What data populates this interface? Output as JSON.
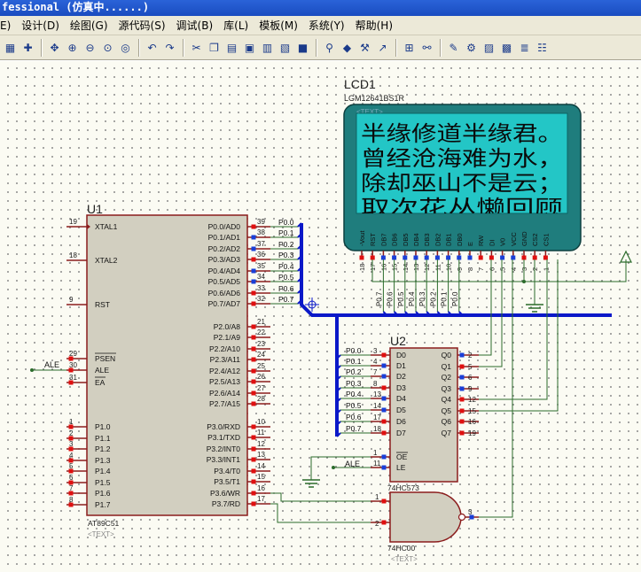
{
  "window": {
    "title": "fessional (仿真中......)"
  },
  "menu": [
    "E)",
    "设计(D)",
    "绘图(G)",
    "源代码(S)",
    "调试(B)",
    "库(L)",
    "模板(M)",
    "系统(Y)",
    "帮助(H)"
  ],
  "toolbar_icons": [
    "grid-icon",
    "origin-icon",
    "pan-icon",
    "zoom-in-icon",
    "zoom-out-icon",
    "zoom-all-icon",
    "zoom-area-icon",
    "undo-icon",
    "redo-icon",
    "cut-icon",
    "copy-icon",
    "paste-icon",
    "block-copy-icon",
    "block-move-icon",
    "block-rotate-icon",
    "block-delete-icon",
    "pick-device-icon",
    "make-device-icon",
    "packaging-tool-icon",
    "decompose-icon",
    "wire-autorouter-icon",
    "search-icon",
    "property-tool-icon",
    "design-explorer-icon",
    "new-sheet-icon",
    "remove-sheet-icon",
    "bom-icon",
    "netlist-icon"
  ],
  "lcd": {
    "ref": "LCD1",
    "part": "LGM12641BS1R",
    "text_tag": "<TEXT>",
    "screen_lines": [
      "半缘修道半缘君。",
      "曾经沧海难为水，",
      "除却巫山不是云；",
      "取次花丛懒回顾"
    ],
    "pins": [
      {
        "name": "-Vout",
        "num": "18"
      },
      {
        "name": "RST",
        "num": "17"
      },
      {
        "name": "DB7",
        "num": "16"
      },
      {
        "name": "DB6",
        "num": "15"
      },
      {
        "name": "DB5",
        "num": "14"
      },
      {
        "name": "DB4",
        "num": "13"
      },
      {
        "name": "DB3",
        "num": "12"
      },
      {
        "name": "DB2",
        "num": "11"
      },
      {
        "name": "DB1",
        "num": "10"
      },
      {
        "name": "DB0",
        "num": "9"
      },
      {
        "name": "E",
        "num": "8"
      },
      {
        "name": "RW",
        "num": "7"
      },
      {
        "name": "DI",
        "num": "6"
      },
      {
        "name": "V0",
        "num": "5"
      },
      {
        "name": "VCC",
        "num": "4"
      },
      {
        "name": "GND",
        "num": "3"
      },
      {
        "name": "CS2",
        "num": "2"
      },
      {
        "name": "CS1",
        "num": "1"
      }
    ],
    "bus_labels": [
      "P0.7",
      "P0.6",
      "P0.5",
      "P0.4",
      "P0.3",
      "P0.2",
      "P0.1",
      "P0.0"
    ]
  },
  "u1": {
    "ref": "U1",
    "part": "AT89C51",
    "text_tag": "<TEXT>",
    "left_pins": [
      {
        "num": "19",
        "name": "XTAL1"
      },
      {
        "num": "18",
        "name": "XTAL2"
      },
      {
        "num": "9",
        "name": "RST"
      },
      {
        "num": "29",
        "name": "PSEN"
      },
      {
        "num": "30",
        "name": "ALE"
      },
      {
        "num": "31",
        "name": "EA"
      },
      {
        "num": "1",
        "name": "P1.0"
      },
      {
        "num": "2",
        "name": "P1.1"
      },
      {
        "num": "3",
        "name": "P1.2"
      },
      {
        "num": "4",
        "name": "P1.3"
      },
      {
        "num": "5",
        "name": "P1.4"
      },
      {
        "num": "6",
        "name": "P1.5"
      },
      {
        "num": "7",
        "name": "P1.6"
      },
      {
        "num": "8",
        "name": "P1.7"
      }
    ],
    "right_pins": [
      {
        "num": "39",
        "name": "P0.0/AD0"
      },
      {
        "num": "38",
        "name": "P0.1/AD1"
      },
      {
        "num": "37",
        "name": "P0.2/AD2"
      },
      {
        "num": "36",
        "name": "P0.3/AD3"
      },
      {
        "num": "35",
        "name": "P0.4/AD4"
      },
      {
        "num": "34",
        "name": "P0.5/AD5"
      },
      {
        "num": "33",
        "name": "P0.6/AD6"
      },
      {
        "num": "32",
        "name": "P0.7/AD7"
      },
      {
        "num": "21",
        "name": "P2.0/A8"
      },
      {
        "num": "22",
        "name": "P2.1/A9"
      },
      {
        "num": "23",
        "name": "P2.2/A10"
      },
      {
        "num": "24",
        "name": "P2.3/A11"
      },
      {
        "num": "25",
        "name": "P2.4/A12"
      },
      {
        "num": "26",
        "name": "P2.5/A13"
      },
      {
        "num": "27",
        "name": "P2.6/A14"
      },
      {
        "num": "28",
        "name": "P2.7/A15"
      },
      {
        "num": "10",
        "name": "P3.0/RXD"
      },
      {
        "num": "11",
        "name": "P3.1/TXD"
      },
      {
        "num": "12",
        "name": "P3.2/INT0"
      },
      {
        "num": "13",
        "name": "P3.3/INT1"
      },
      {
        "num": "14",
        "name": "P3.4/T0"
      },
      {
        "num": "15",
        "name": "P3.5/T1"
      },
      {
        "num": "16",
        "name": "P3.6/WR"
      },
      {
        "num": "17",
        "name": "P3.7/RD"
      }
    ],
    "bus_labels": [
      "P0.0",
      "P0.1",
      "P0.2",
      "P0.3",
      "P0.4",
      "P0.5",
      "P0.6",
      "P0.7"
    ],
    "ale_label": "ALE"
  },
  "u2": {
    "ref": "U2",
    "part": "74HC573",
    "left_pins": [
      {
        "num": "3",
        "name": "D0",
        "net": "P0.0"
      },
      {
        "num": "4",
        "name": "D1",
        "net": "P0.1"
      },
      {
        "num": "7",
        "name": "D2",
        "net": "P0.2"
      },
      {
        "num": "8",
        "name": "D3",
        "net": "P0.3"
      },
      {
        "num": "13",
        "name": "D4",
        "net": "P0.4"
      },
      {
        "num": "14",
        "name": "D5",
        "net": "P0.5"
      },
      {
        "num": "17",
        "name": "D6",
        "net": "P0.6"
      },
      {
        "num": "18",
        "name": "D7",
        "net": "P0.7"
      }
    ],
    "ctrl_pins": [
      {
        "num": "1",
        "name": "OE",
        "net": ""
      },
      {
        "num": "11",
        "name": "LE",
        "net": "ALE"
      }
    ],
    "right_pins": [
      {
        "num": "2",
        "name": "Q0"
      },
      {
        "num": "5",
        "name": "Q1"
      },
      {
        "num": "6",
        "name": "Q2"
      },
      {
        "num": "9",
        "name": "Q3"
      },
      {
        "num": "12",
        "name": "Q4"
      },
      {
        "num": "15",
        "name": "Q5"
      },
      {
        "num": "16",
        "name": "Q6"
      },
      {
        "num": "19",
        "name": "Q7"
      }
    ]
  },
  "gate": {
    "part": "74HC00",
    "text_tag": "<TEXT>",
    "pins": [
      {
        "num": "1"
      },
      {
        "num": "2"
      },
      {
        "num": "3"
      }
    ]
  },
  "colors": {
    "wire": "#2b6b2b",
    "bus": "#0a18c8",
    "component": "#8b1c1c",
    "body": "#d2cfc0",
    "lcd_bezel": "#1f7d7d",
    "lcd_screen": "#23c6c6",
    "pin_hi": "#e01010",
    "pin_lo": "#1a3fd8",
    "pin_num": "#1c1c1c"
  }
}
